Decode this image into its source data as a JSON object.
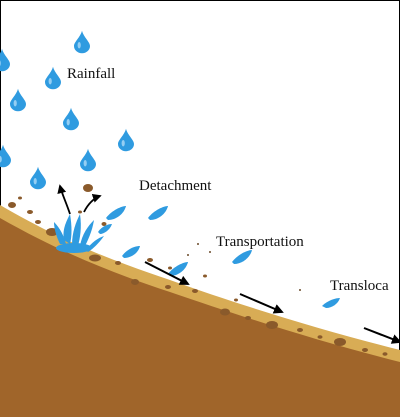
{
  "labels": {
    "rainfall": "Rainfall",
    "detachment": "Detachment",
    "transportation": "Transportation",
    "translocation": "Transloca"
  },
  "colors": {
    "soil_dark": "#a0652a",
    "soil_border": "#d8ac55",
    "drop": "#2f9be0",
    "pebble": "#8a5a2b",
    "frame": "#000000",
    "arrow": "#000000"
  }
}
